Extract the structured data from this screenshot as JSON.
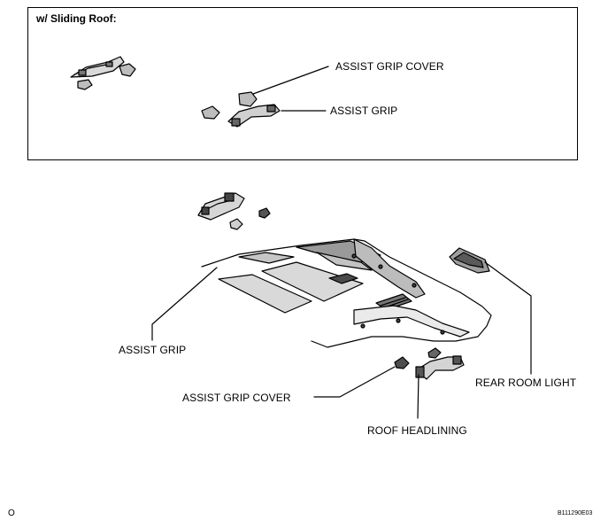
{
  "inset": {
    "title": "w/ Sliding Roof:",
    "labels": {
      "assist_grip_cover": "ASSIST GRIP COVER",
      "assist_grip": "ASSIST GRIP"
    }
  },
  "main": {
    "labels": {
      "assist_grip": "ASSIST GRIP",
      "assist_grip_cover": "ASSIST GRIP COVER",
      "rear_room_light": "REAR ROOM LIGHT",
      "roof_headlining": "ROOF HEADLINING"
    }
  },
  "footer": {
    "corner_mark": "O",
    "figure_code": "B111290E03"
  }
}
